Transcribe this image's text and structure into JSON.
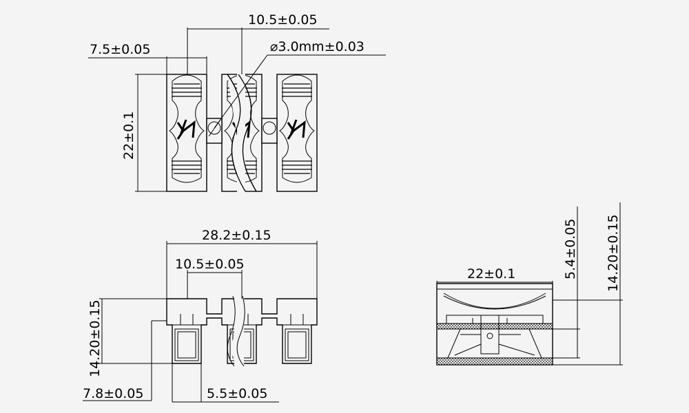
{
  "top_view": {
    "pitch_label": "10.5±0.05",
    "hole_label": "⌀3.0mm±0.03",
    "housing_width_label": "7.5±0.05",
    "height_label": "22±0.1"
  },
  "front_view": {
    "overall_width_label": "28.2±0.15",
    "pitch_label": "10.5±0.05",
    "height_label": "14.20±0.15",
    "outer_width_label": "7.8±0.05",
    "inner_width_label": "5.5±0.05"
  },
  "side_view": {
    "length_label": "22±0.1",
    "lower_height_label": "5.4±0.05",
    "total_height_label": "14.20±0.15"
  }
}
